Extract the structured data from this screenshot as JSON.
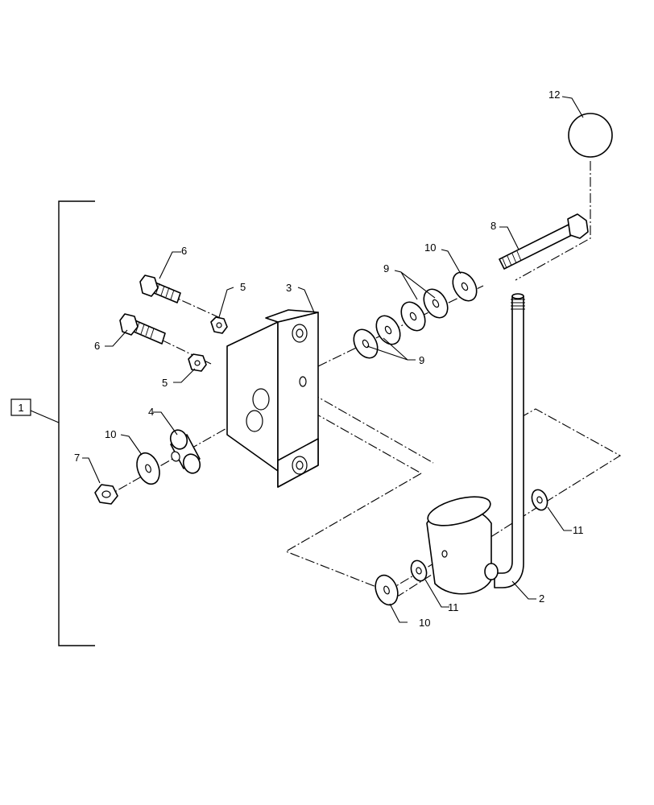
{
  "callouts": {
    "c1": "1",
    "c2": "2",
    "c3": "3",
    "c4": "4",
    "c5a": "5",
    "c5b": "5",
    "c6a": "6",
    "c6b": "6",
    "c7": "7",
    "c8": "8",
    "c9a": "9",
    "c9b": "9",
    "c10a": "10",
    "c10b": "10",
    "c10c": "10",
    "c11a": "11",
    "c11b": "11",
    "c12": "12"
  },
  "colors": {
    "line": "#000000",
    "background": "#ffffff"
  }
}
